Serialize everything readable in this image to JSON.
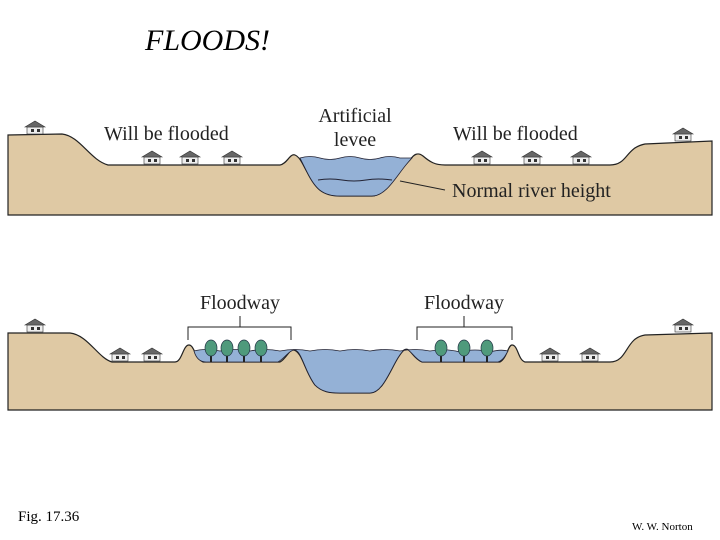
{
  "title": "FLOODS!",
  "top_panel": {
    "label_left": "Will be flooded",
    "label_right": "Will be flooded",
    "levee_line1": "Artificial",
    "levee_line2": "levee",
    "river_label": "Normal river height"
  },
  "bottom_panel": {
    "label_left": "Floodway",
    "label_right": "Floodway"
  },
  "figure_caption": "Fig. 17.36",
  "credit": "W. W. Norton",
  "colors": {
    "ground": "#dfc9a4",
    "water": "#94b1d6",
    "tree": "#4f9a7c"
  }
}
